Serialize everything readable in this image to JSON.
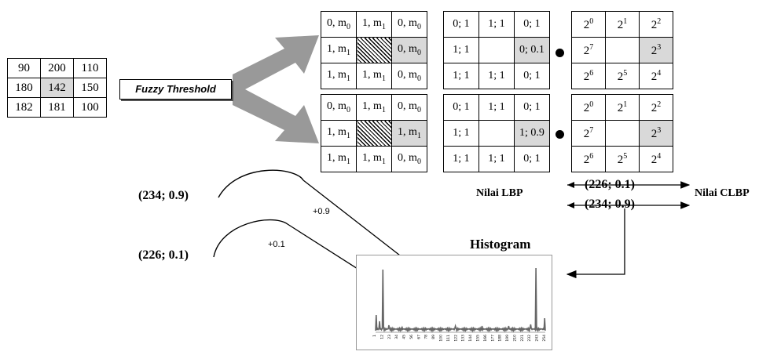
{
  "source_grid": [
    [
      "90",
      "200",
      "110"
    ],
    [
      "180",
      "142",
      "150"
    ],
    [
      "182",
      "181",
      "100"
    ]
  ],
  "fuzzy_label": "Fuzzy Threshold",
  "membership_top": [
    [
      {
        "b": "0, m",
        "s": "0"
      },
      {
        "b": "1, m",
        "s": "1"
      },
      {
        "b": "0, m",
        "s": "0"
      }
    ],
    [
      {
        "b": "1, m",
        "s": "1"
      },
      {
        "b": "",
        "s": ""
      },
      {
        "b": "0, m",
        "s": "0"
      }
    ],
    [
      {
        "b": "1, m",
        "s": "1"
      },
      {
        "b": "1, m",
        "s": "1"
      },
      {
        "b": "0, m",
        "s": "0"
      }
    ]
  ],
  "membership_bottom": [
    [
      {
        "b": "0, m",
        "s": "0"
      },
      {
        "b": "1, m",
        "s": "1"
      },
      {
        "b": "0, m",
        "s": "0"
      }
    ],
    [
      {
        "b": "1, m",
        "s": "1"
      },
      {
        "b": "",
        "s": ""
      },
      {
        "b": "1, m",
        "s": "1"
      }
    ],
    [
      {
        "b": "1, m",
        "s": "1"
      },
      {
        "b": "1, m",
        "s": "1"
      },
      {
        "b": "0, m",
        "s": "0"
      }
    ]
  ],
  "binary_top": [
    [
      "0; 1",
      "1; 1",
      "0; 1"
    ],
    [
      "1; 1",
      "",
      "0; 0.1"
    ],
    [
      "1; 1",
      "1; 1",
      "0; 1"
    ]
  ],
  "binary_bottom": [
    [
      "0; 1",
      "1; 1",
      "0; 1"
    ],
    [
      "1; 1",
      "",
      "1; 0.9"
    ],
    [
      "1; 1",
      "1; 1",
      "0; 1"
    ]
  ],
  "weights": [
    [
      {
        "b": "2",
        "s": "0"
      },
      {
        "b": "2",
        "s": "1"
      },
      {
        "b": "2",
        "s": "2"
      }
    ],
    [
      {
        "b": "2",
        "s": "7"
      },
      {
        "b": "",
        "s": ""
      },
      {
        "b": "2",
        "s": "3"
      }
    ],
    [
      {
        "b": "2",
        "s": "6"
      },
      {
        "b": "2",
        "s": "5"
      },
      {
        "b": "2",
        "s": "4"
      }
    ]
  ],
  "result_top": "(226; 0.1)",
  "result_bottom": "(234; 0.9)",
  "nilai_lbp": "Nilai LBP",
  "nilai_clbp": "Nilai CLBP",
  "left_value_top": "(234; 0.9)",
  "left_value_bottom": "(226; 0.1)",
  "increment_top": "+0.9",
  "increment_bottom": "+0.1",
  "histogram_title": "Histogram",
  "histogram_ticks": [
    "1",
    "12",
    "23",
    "34",
    "45",
    "56",
    "67",
    "78",
    "89",
    "100",
    "111",
    "122",
    "133",
    "144",
    "155",
    "166",
    "177",
    "188",
    "199",
    "210",
    "221",
    "232",
    "243",
    "254"
  ],
  "colors": {
    "shade": "#d9d9d9",
    "arrow_fill": "#999999",
    "hist_line": "#666666"
  }
}
